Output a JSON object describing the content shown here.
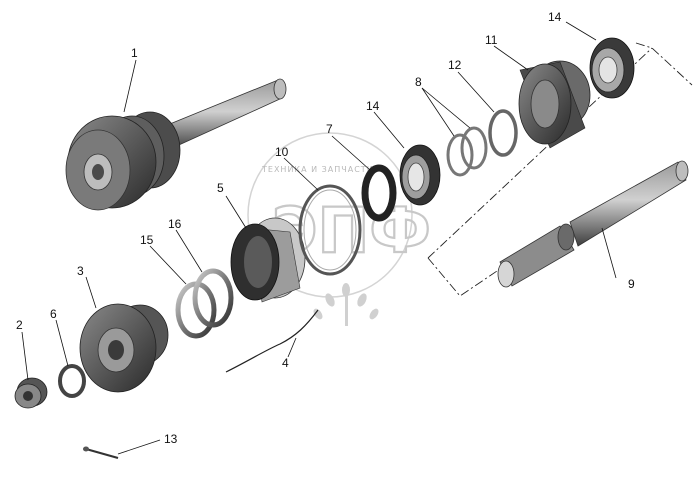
{
  "watermark": {
    "letters": "ЭПФ",
    "ring_text": "ТЕХНИКА  И  ЗАПЧАСТИ"
  },
  "callouts": [
    {
      "id": "c1",
      "label": "1"
    },
    {
      "id": "c2",
      "label": "2"
    },
    {
      "id": "c3",
      "label": "3"
    },
    {
      "id": "c4",
      "label": "4"
    },
    {
      "id": "c5",
      "label": "5"
    },
    {
      "id": "c6",
      "label": "6"
    },
    {
      "id": "c7",
      "label": "7"
    },
    {
      "id": "c8",
      "label": "8"
    },
    {
      "id": "c9",
      "label": "9"
    },
    {
      "id": "c10",
      "label": "10"
    },
    {
      "id": "c11",
      "label": "11"
    },
    {
      "id": "c12",
      "label": "12"
    },
    {
      "id": "c13",
      "label": "13"
    },
    {
      "id": "c14a",
      "label": "14"
    },
    {
      "id": "c14b",
      "label": "14"
    },
    {
      "id": "c15",
      "label": "15"
    },
    {
      "id": "c16",
      "label": "16"
    }
  ],
  "colors": {
    "part_dark": "#3a3a3a",
    "part_mid": "#6e6e6e",
    "part_light": "#a9a9a9",
    "ink": "#111111",
    "watermark": "#c8c8c8"
  }
}
